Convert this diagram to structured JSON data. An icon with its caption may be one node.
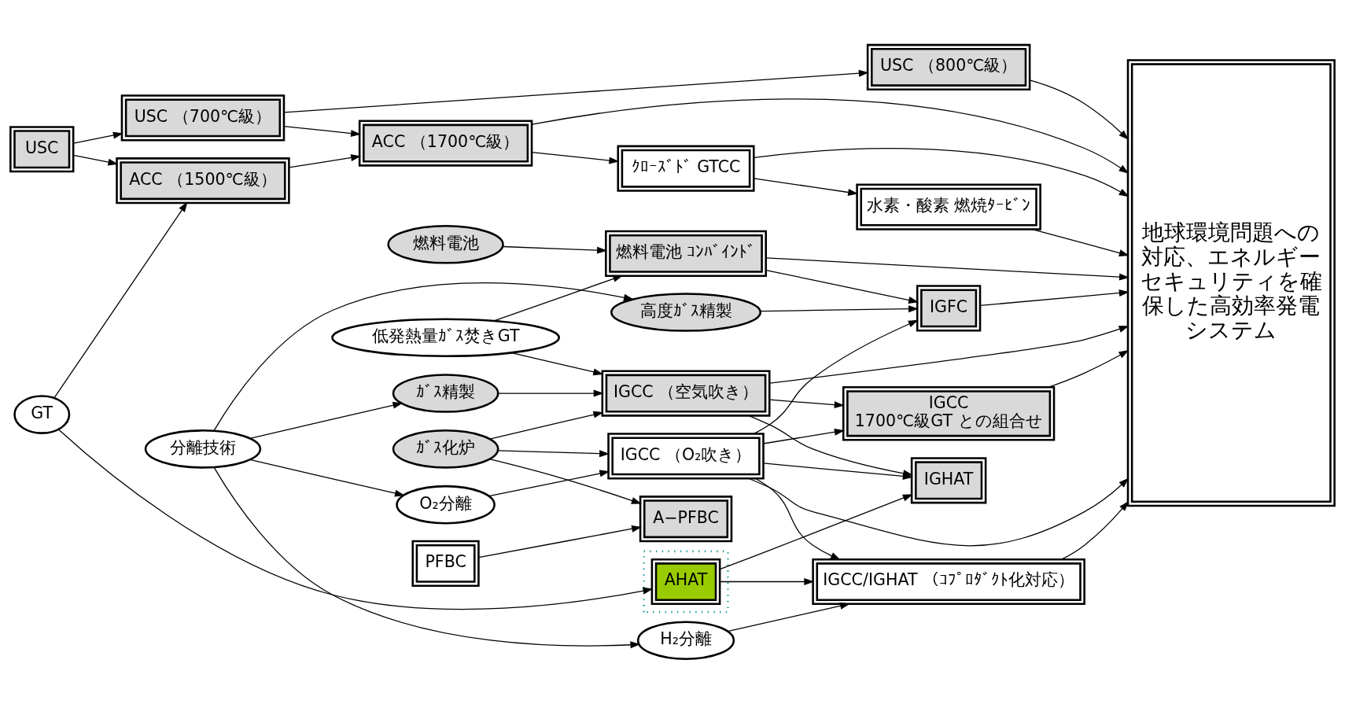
{
  "diagram": {
    "nodes": [
      {
        "text": [
          "USC"
        ]
      },
      {
        "text": [
          "USC （700℃級）"
        ]
      },
      {
        "text": [
          "USC （800℃級）"
        ]
      },
      {
        "text": [
          "GT"
        ]
      },
      {
        "text": [
          "ACC （1500℃級）"
        ]
      },
      {
        "text": [
          "ACC （1700℃級）"
        ]
      },
      {
        "text": [],
        "shape": "box"
      },
      {
        "text": [
          "AHAT"
        ],
        "in": 6
      },
      {
        "text": [
          "ｸﾛｰｽﾞﾄﾞ GTCC"
        ]
      },
      {
        "text": [
          "水素・酸素 燃焼ﾀｰﾋﾞﾝ"
        ]
      },
      {
        "text": [
          "低発熱量ｶﾞｽ焚きGT"
        ]
      },
      {
        "text": [
          "ｶﾞｽ化炉"
        ]
      },
      {
        "text": [
          "IGCC （空気吹き）"
        ]
      },
      {
        "text": [
          "ｶﾞｽ精製"
        ]
      },
      {
        "text": [
          "IGHAT"
        ]
      },
      {
        "text": [
          "H₂分離"
        ]
      },
      {
        "text": [
          "IGCC/IGHAT （ｺﾌﾟﾛﾀﾞｸﾄ化対応）"
        ]
      },
      {
        "text": [
          "IGCC",
          "1700℃級GT との組合せ"
        ]
      },
      {
        "text": [
          "O₂分離"
        ]
      },
      {
        "text": [
          "IGCC （O₂吹き）"
        ]
      },
      {
        "text": [
          "A−PFBC"
        ]
      },
      {
        "text": [
          "PFBC"
        ]
      },
      {
        "text": [
          "高度ｶﾞｽ精製"
        ]
      },
      {
        "text": [
          "IGFC"
        ]
      },
      {
        "text": [
          "燃料電池"
        ]
      },
      {
        "text": [
          "燃料電池 ｺﾝﾊﾞｲﾝﾄﾞ"
        ]
      },
      {
        "text": [
          "分離技術"
        ]
      },
      {
        "text": [
          "地球環境問題への対応、エネルギーセキュリティを確保した高効率発電システム"
        ]
      }
    ],
    "edges": [
      {
        "from": 0,
        "to": 1,
        "arrow": "to"
      },
      {
        "from": 0,
        "to": 4,
        "arrow": "to"
      },
      {
        "from": 1,
        "to": 2,
        "arrow": "to"
      },
      {
        "from": 1,
        "to": 5,
        "arrow": "to"
      },
      {
        "from": 2,
        "to": 27,
        "arrow": "to"
      },
      {
        "from": 3,
        "to": 4,
        "arrow": "to"
      },
      {
        "from": 3,
        "to": 7,
        "arrow": "to"
      },
      {
        "from": 4,
        "to": 5,
        "arrow": "to"
      },
      {
        "from": 5,
        "to": 27,
        "arrow": "to"
      },
      {
        "from": 5,
        "to": 8,
        "arrow": "to"
      },
      {
        "from": 8,
        "to": 27,
        "arrow": "to"
      },
      {
        "from": 8,
        "to": 9,
        "arrow": "to"
      },
      {
        "from": 9,
        "to": 27,
        "arrow": "to"
      },
      {
        "from": 7,
        "to": 14,
        "arrow": "to"
      },
      {
        "from": 7,
        "to": 16,
        "arrow": "to"
      },
      {
        "from": 11,
        "to": 12,
        "arrow": "to"
      },
      {
        "from": 10,
        "to": 12,
        "arrow": "to"
      },
      {
        "from": 13,
        "to": 12,
        "arrow": "to"
      },
      {
        "from": 11,
        "to": 19,
        "arrow": "to"
      },
      {
        "from": 11,
        "to": 20,
        "arrow": "to"
      },
      {
        "from": 10,
        "to": 25,
        "arrow": "to"
      },
      {
        "from": 12,
        "to": 27,
        "arrow": "to"
      },
      {
        "from": 12,
        "to": 14,
        "arrow": "to"
      },
      {
        "from": 12,
        "to": 17,
        "arrow": "to"
      },
      {
        "from": 17,
        "to": 27,
        "arrow": "to"
      },
      {
        "from": 18,
        "to": 19,
        "arrow": "to"
      },
      {
        "from": 19,
        "to": 27,
        "arrow": "to"
      },
      {
        "from": 19,
        "to": 14,
        "arrow": "to"
      },
      {
        "from": 19,
        "to": 16,
        "arrow": "to"
      },
      {
        "from": 19,
        "to": 23,
        "arrow": "to"
      },
      {
        "from": 19,
        "to": 17,
        "arrow": "to"
      },
      {
        "from": 15,
        "to": 16,
        "arrow": "to"
      },
      {
        "from": 16,
        "to": 27,
        "arrow": "to"
      },
      {
        "from": 21,
        "to": 20,
        "arrow": "to"
      },
      {
        "from": 22,
        "to": 23,
        "arrow": "to"
      },
      {
        "from": 23,
        "to": 27,
        "arrow": "to"
      },
      {
        "from": 24,
        "to": 25,
        "arrow": "to"
      },
      {
        "from": 25,
        "to": 27,
        "arrow": "to"
      },
      {
        "from": 25,
        "to": 23,
        "arrow": "to"
      },
      {
        "from": 26,
        "to": 13,
        "arrow": "to"
      },
      {
        "from": 26,
        "to": 18,
        "arrow": "to"
      },
      {
        "from": 26,
        "to": 15,
        "arrow": "to"
      },
      {
        "from": 26,
        "to": 22,
        "arrow": "to"
      }
    ]
  }
}
